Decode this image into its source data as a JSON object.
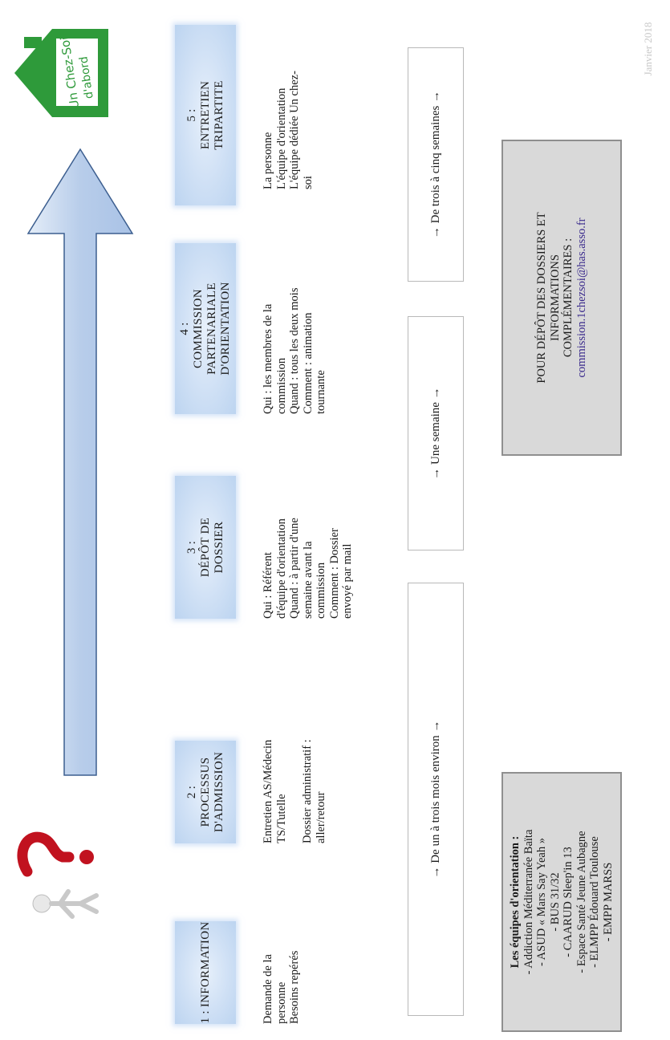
{
  "steps": [
    {
      "num": "1 : INFORMATION",
      "title": ""
    },
    {
      "num": "2 :",
      "title1": "PROCESSUS",
      "title2": "D'ADMISSION"
    },
    {
      "num": "3 :",
      "title1": "DÉPÔT DE",
      "title2": "DOSSIER"
    },
    {
      "num": "4 :",
      "title1": "COMMISSION",
      "title2": "PARTENARIALE",
      "title3": "D'ORIENTATION"
    },
    {
      "num": "5 :",
      "title1": "ENTRETIEN",
      "title2": "TRIPARTITE"
    }
  ],
  "descriptions": {
    "d1": [
      "Demande de la",
      "personne",
      "Besoins repérés"
    ],
    "d2a": [
      "Entretien AS/Médecin",
      "TS/Tutelle"
    ],
    "d2b": [
      "Dossier administratif :",
      "aller/retour"
    ],
    "d3": [
      "Qui : Référent",
      "d'équipe d'orientation",
      "Quand : à partir d'une",
      "semaine avant la",
      "commission",
      "Comment : Dossier",
      "envoyé par mail"
    ],
    "d4": [
      "Qui : les membres de la",
      "commission",
      "Quand : tous les deux mois",
      "Comment : animation",
      "tournante"
    ],
    "d5": [
      "La personne",
      "L'équipe d'orientation",
      "L'équipe dédiée Un chez-",
      "soi"
    ]
  },
  "durations": [
    "→ De un à trois mois environ →",
    "→ Une semaine →",
    "→ De trois à cinq semaines →"
  ],
  "teams": {
    "heading": "Les équipes d'orientation :",
    "items": [
      "- Addiction Méditerranée Baïta",
      "- ASUD « Mars Say Yeah »",
      "- BUS 31/32",
      "- CAARUD Sleep'in 13",
      "- Espace Santé Jeune Aubagne",
      "- ELMPP Édouard Toulouse",
      "- EMPP MARSS"
    ]
  },
  "contact": {
    "lines": [
      "POUR DÉPÔT DES DOSSIERS ET",
      "INFORMATIONS",
      "COMPLÉMENTAIRES :"
    ],
    "email": "commission.1chezsoi@has.asso.fr"
  },
  "date": "Janvier 2018",
  "logo": {
    "line1": "Un Chez-Soi",
    "line2": "d'abord"
  },
  "colors": {
    "step_box": "#cfe0f5",
    "arrow": "#b8cdea",
    "logo_green": "#2e9a3a",
    "gray_box": "#d9d9d9",
    "email": "#3a2a8c"
  }
}
